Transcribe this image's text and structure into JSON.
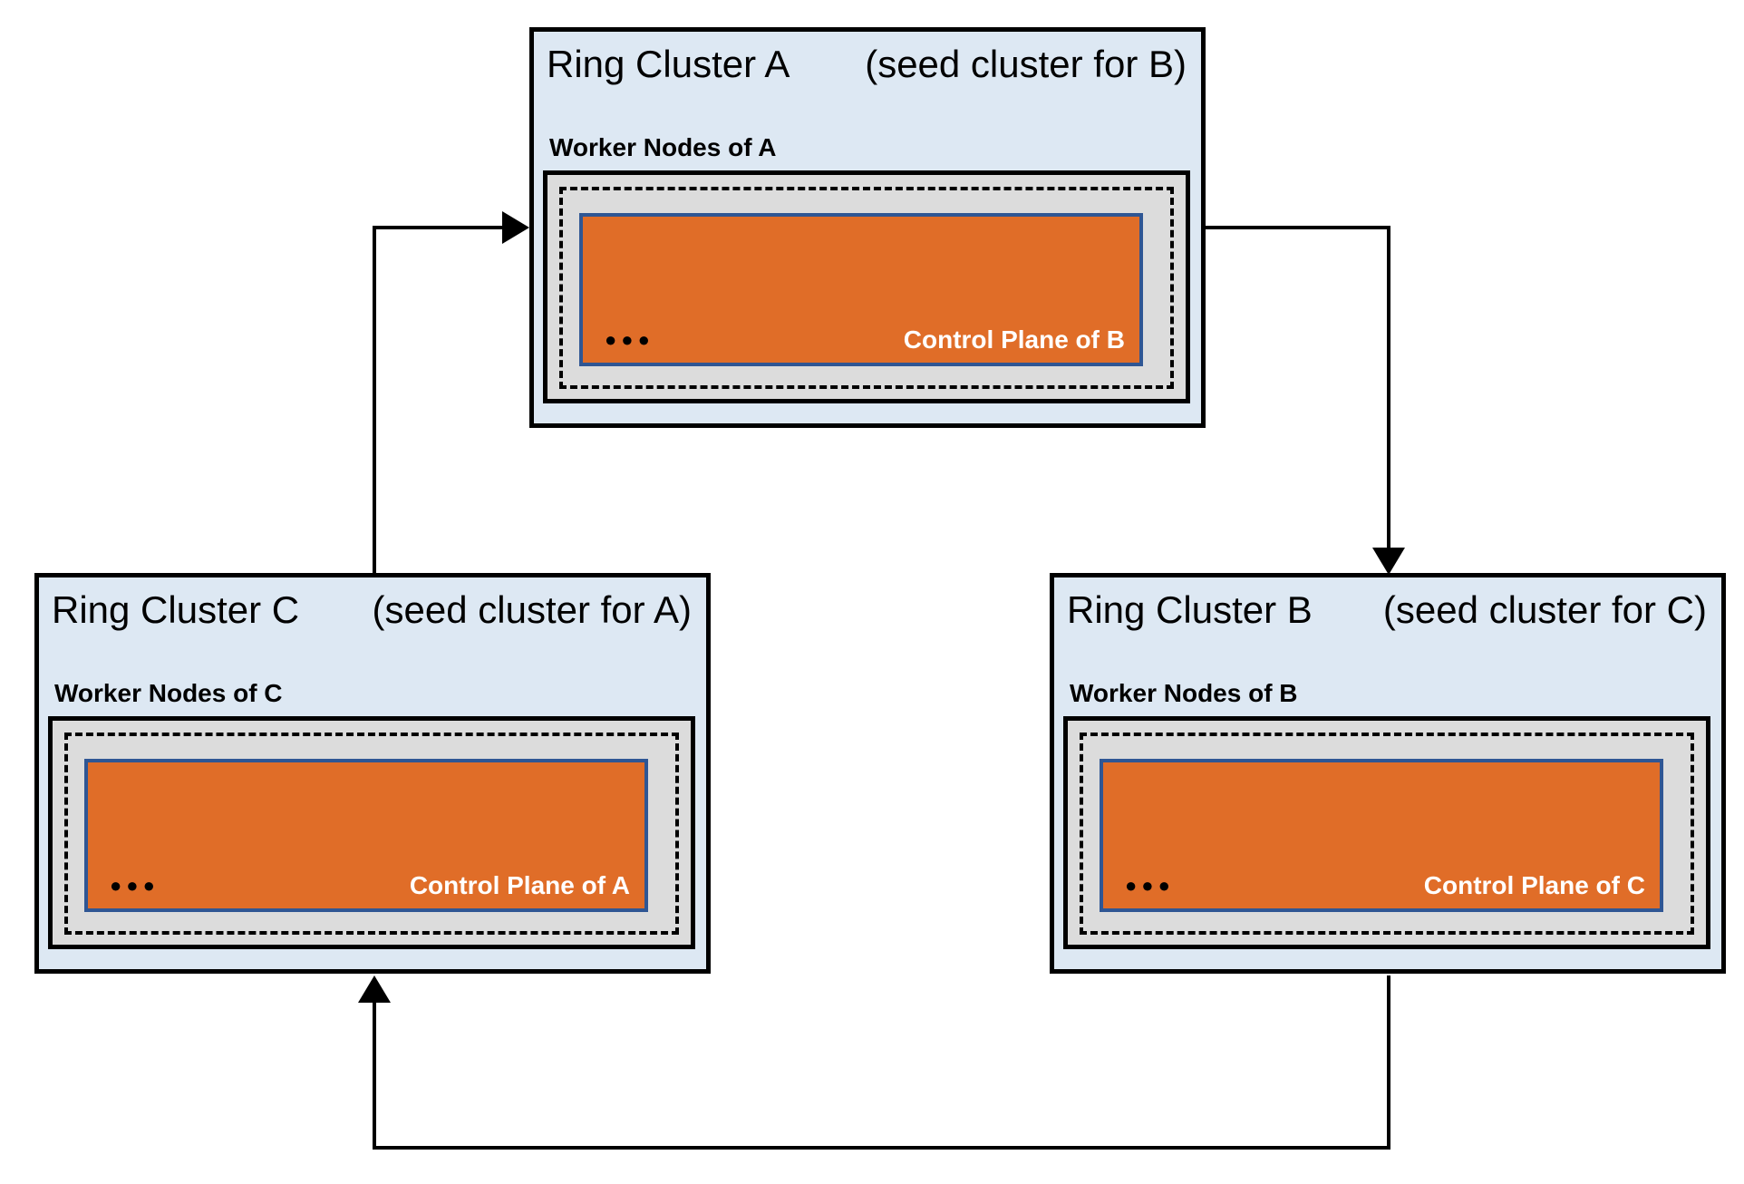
{
  "diagram": {
    "clusters": {
      "a": {
        "title": "Ring Cluster A",
        "seed_note": "(seed cluster for B)",
        "worker_label": "Worker Nodes of A",
        "control_plane_label": "Control Plane of B",
        "dots": "●●●"
      },
      "c": {
        "title": "Ring Cluster C",
        "seed_note": "(seed cluster for A)",
        "worker_label": "Worker Nodes of C",
        "control_plane_label": "Control Plane of A",
        "dots": "●●●"
      },
      "b": {
        "title": "Ring Cluster B",
        "seed_note": "(seed cluster for C)",
        "worker_label": "Worker Nodes of B",
        "control_plane_label": "Control Plane of C",
        "dots": "●●●"
      }
    },
    "arrows": [
      {
        "from": "C",
        "to": "A"
      },
      {
        "from": "A",
        "to": "B"
      },
      {
        "from": "B",
        "to": "C"
      }
    ],
    "colors": {
      "cluster_bg": "#dde8f3",
      "cluster_border": "#000000",
      "worker_box_bg": "#dcdcdc",
      "control_plane_bg": "#e06d28",
      "control_plane_border": "#2f5694",
      "arrow": "#000000"
    }
  }
}
